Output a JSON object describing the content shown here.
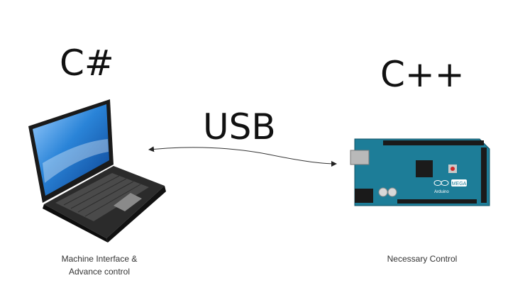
{
  "left": {
    "language": "C#",
    "caption_line1": "Machine Interface &",
    "caption_line2": "Advance control",
    "device_icon": "laptop-icon"
  },
  "link": {
    "label": "USB",
    "arrow": "double-headed"
  },
  "right": {
    "language": "C++",
    "caption": "Necessary Control",
    "device_icon": "arduino-board-icon",
    "board_logo_text": "MEGA",
    "board_brand_text": "Arduino"
  },
  "colors": {
    "board": "#1d7d98",
    "screen": "#2a84d8",
    "laptop_body": "#1a1a1a"
  }
}
